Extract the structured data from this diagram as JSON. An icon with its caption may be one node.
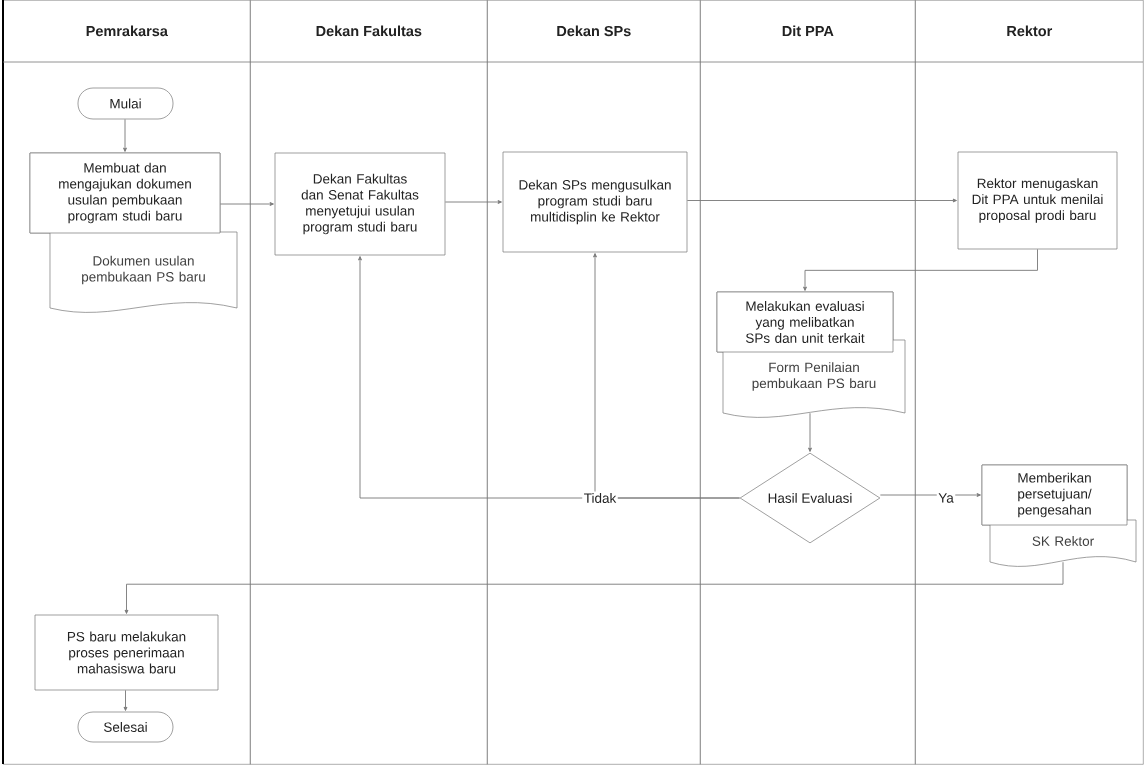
{
  "diagram": {
    "nodes": [
      {
        "text": [
          "Pemrakarsa"
        ]
      },
      {
        "text": [
          "Dekan Fakultas"
        ]
      },
      {
        "text": [
          "Dekan SPs"
        ]
      },
      {
        "text": [
          "Dit PPA"
        ]
      },
      {
        "text": [
          "Rektor"
        ]
      },
      {
        "text": [
          "Mulai"
        ],
        "in": 0
      },
      {
        "text": [
          "Membuat dan mengajukan dokumen usulan pembukaan program studi baru"
        ],
        "in": 0
      },
      {
        "text": [
          "Dokumen usulan pembukaan PS baru"
        ],
        "in": 0
      },
      {
        "text": [
          "Dekan Fakultas dan Senat Fakultas menyetujui usulan program studi baru"
        ],
        "in": 1
      },
      {
        "text": [
          "Dekan SPs mengusulkan program studi baru multidisplin ke Rektor"
        ],
        "in": 2
      },
      {
        "text": [
          "Rektor menugaskan Dit PPA untuk menilai proposal prodi baru"
        ],
        "in": 4
      },
      {
        "text": [
          "Melakukan evaluasi yang melibatkan SPs dan unit terkait"
        ],
        "in": 3
      },
      {
        "text": [
          "Form Penilaian pembukaan PS baru"
        ],
        "in": 3
      },
      {
        "text": [
          "Hasil Evaluasi"
        ],
        "in": 3
      },
      {
        "text": [
          "Memberikan persetujuan/ pengesahan"
        ],
        "in": 4
      },
      {
        "text": [
          "SK Rektor"
        ],
        "in": 4
      },
      {
        "text": [
          "PS baru melakukan proses penerimaan mahasiswa baru"
        ],
        "in": 0
      },
      {
        "text": [
          "Selesai"
        ],
        "in": 0
      }
    ],
    "edges": [
      {
        "from": 5,
        "to": 6,
        "arrow": "to"
      },
      {
        "from": 6,
        "to": 8,
        "arrow": "to"
      },
      {
        "from": 8,
        "to": 9,
        "arrow": "to"
      },
      {
        "from": 9,
        "to": 10,
        "arrow": "to"
      },
      {
        "from": 10,
        "to": 11,
        "arrow": "to"
      },
      {
        "from": 12,
        "to": 13,
        "arrow": "to"
      },
      {
        "from": 13,
        "to": 8,
        "arrow": "to",
        "label": "Tidak"
      },
      {
        "from": 13,
        "to": 9,
        "arrow": "to"
      },
      {
        "from": 13,
        "to": 14,
        "arrow": "to",
        "label": "Ya"
      },
      {
        "from": 15,
        "to": 16,
        "arrow": "to"
      },
      {
        "from": 16,
        "to": 17,
        "arrow": "to"
      }
    ]
  }
}
